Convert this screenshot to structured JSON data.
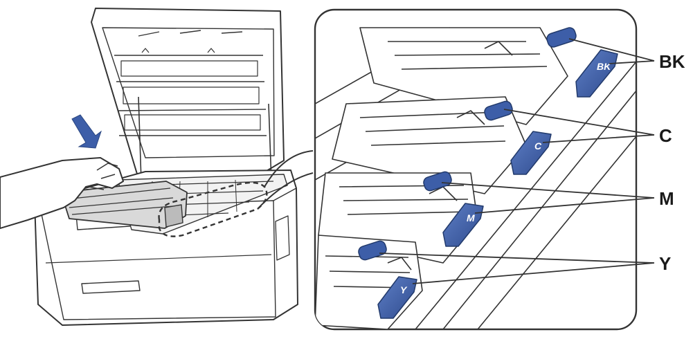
{
  "diagram": {
    "callouts": {
      "bk": "BK",
      "c": "C",
      "m": "M",
      "y": "Y"
    },
    "tab_labels": {
      "bk": "BK",
      "c": "C",
      "m": "M",
      "y": "Y"
    },
    "colors": {
      "outline": "#333333",
      "tab_fill": "#3d5ea8",
      "tab_text": "#ffffff",
      "arrow": "#3d5ea8",
      "roller": "#3d5ea8"
    }
  }
}
